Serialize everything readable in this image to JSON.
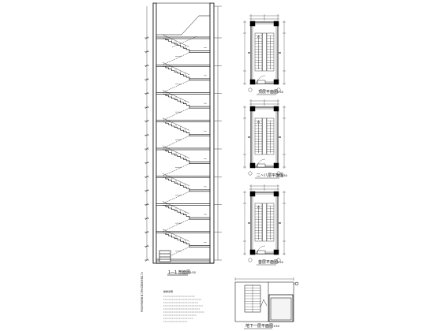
{
  "drawing": {
    "stroke_color": "#000000",
    "section_view": {
      "title": "1—1 剖面图",
      "scale": "1:50"
    },
    "plan_top": {
      "title": "顶层平面图",
      "scale": "1:50"
    },
    "plan_typical": {
      "title": "二~八层平面图",
      "scale": "1:50"
    },
    "plan_ground": {
      "title": "首层平面图",
      "scale": "1:50"
    },
    "plan_basement": {
      "title": "地下一层平面图",
      "scale": "1:50"
    },
    "notes_heading": "楼梯说明",
    "side_note": "本工程楼梯详图见结构施工图 楼梯配筋详见结施",
    "floor_count": 8
  }
}
